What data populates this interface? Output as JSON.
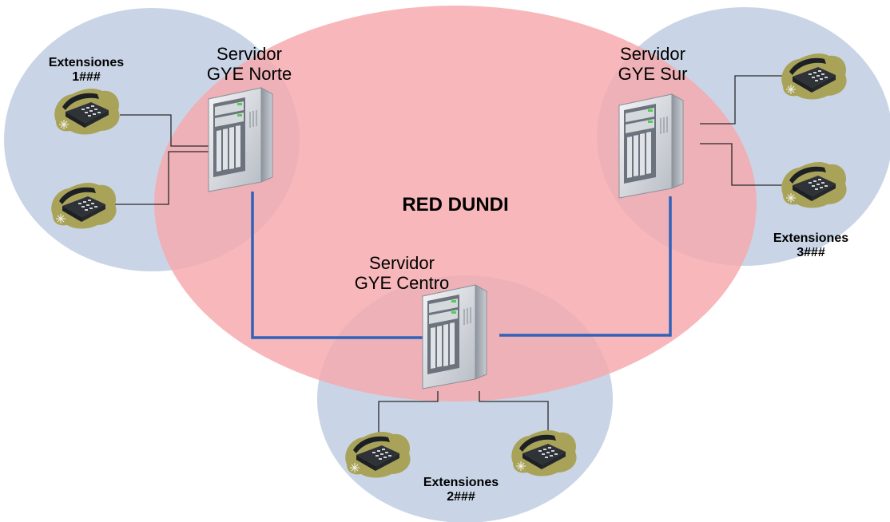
{
  "network": {
    "name": "RED DUNDI"
  },
  "servers": {
    "norte": {
      "line1": "Servidor",
      "line2": "GYE Norte",
      "icon": "server-icon"
    },
    "sur": {
      "line1": "Servidor",
      "line2": "GYE Sur",
      "icon": "server-icon"
    },
    "centro": {
      "line1": "Servidor",
      "line2": "GYE Centro",
      "icon": "server-icon"
    }
  },
  "extensions": {
    "norte": {
      "line1": "Extensiones",
      "line2": "1###"
    },
    "sur": {
      "line1": "Extensiones",
      "line2": "3###"
    },
    "centro": {
      "line1": "Extensiones",
      "line2": "2###"
    }
  },
  "colors": {
    "network_zone": "#f7a8ac",
    "extension_zone": "#c9d5e6",
    "link": "#2f62b8",
    "phone_wire": "#2a2a2a",
    "phone_blob": "#a9a35a"
  }
}
